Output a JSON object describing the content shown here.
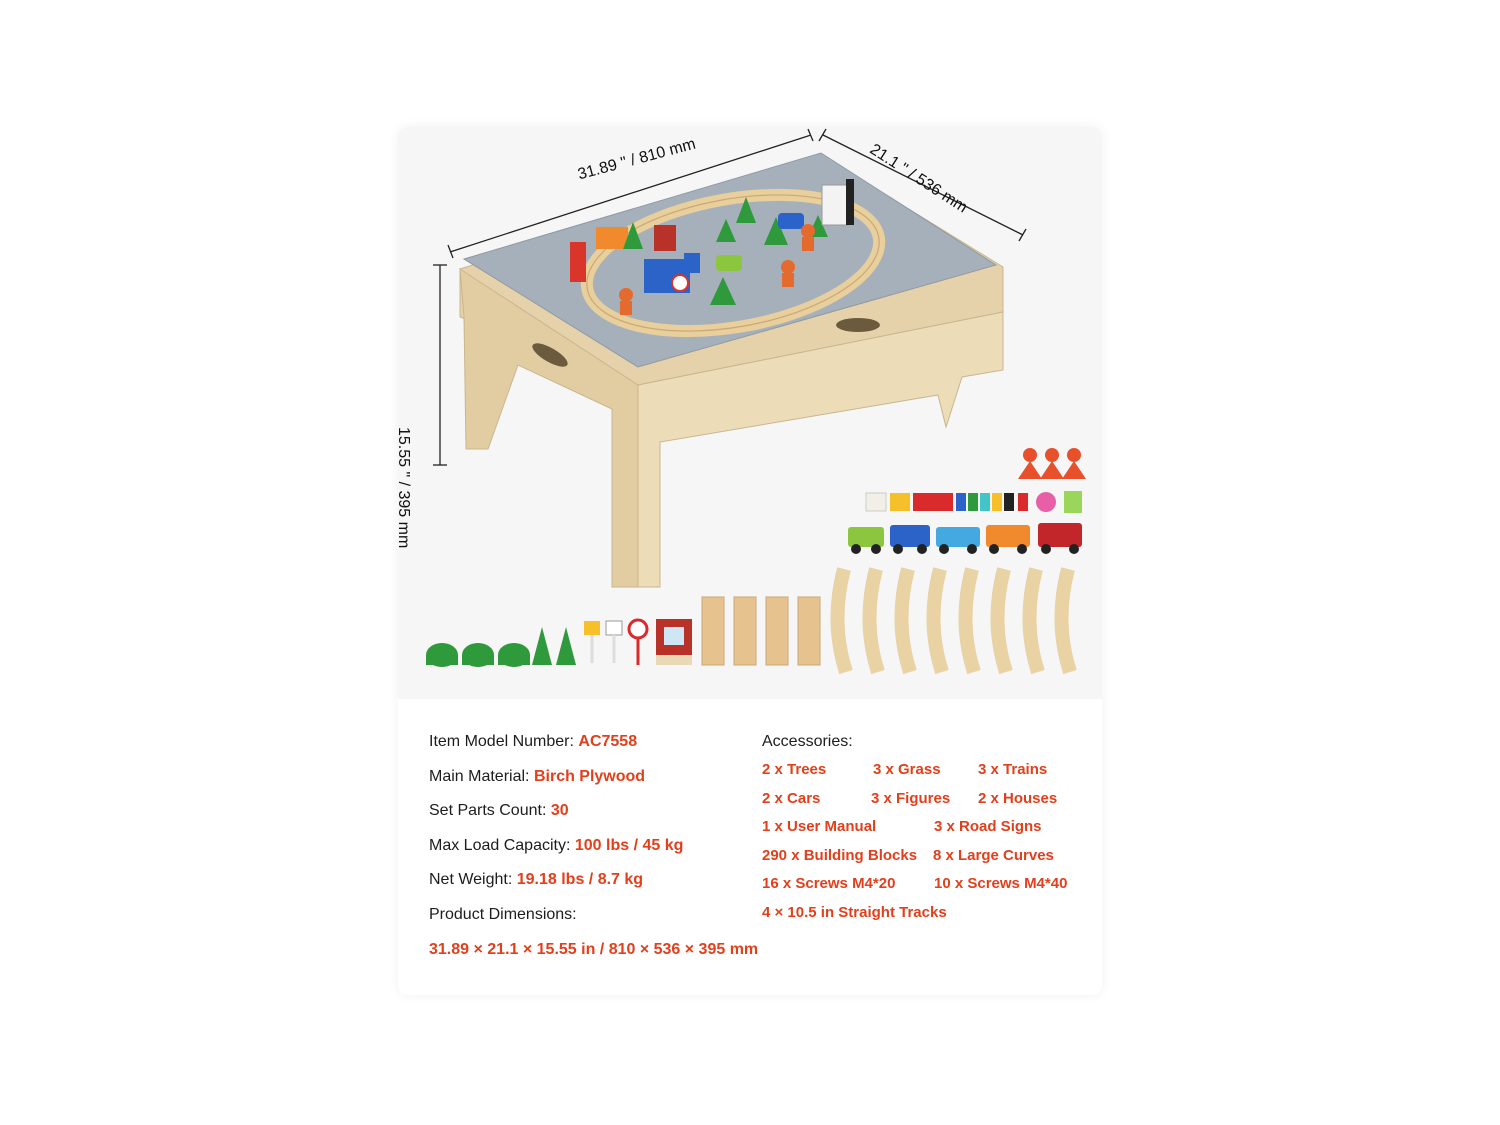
{
  "dimensions": {
    "width_label": "31.89 \" / 810 mm",
    "depth_label": "21.1 \" / 536 mm",
    "height_label": "15.55 \" / 395 mm"
  },
  "specs": [
    {
      "label": "Item Model Number:",
      "value": "AC7558"
    },
    {
      "label": "Main Material:",
      "value": "Birch Plywood"
    },
    {
      "label": "Set Parts Count:",
      "value": "30"
    },
    {
      "label": "Max Load Capacity:",
      "value": "100 lbs / 45 kg"
    },
    {
      "label": "Net Weight:",
      "value": "19.18 lbs / 8.7 kg"
    },
    {
      "label": "Product Dimensions:",
      "value": ""
    }
  ],
  "product_dimensions_value": "31.89 × 21.1 × 15.55 in / 810 × 536 × 395 mm",
  "accessories": {
    "title": "Accessories:",
    "items": [
      "2 x Trees",
      "3 x Grass",
      "3 x Trains",
      "2 x Cars",
      "3 x Figures",
      "2 x Houses",
      "1 x User Manual",
      "3 x Road Signs",
      "290 x Building Blocks",
      "8 x Large Curves",
      "16 x Screws M4*20",
      "10 x Screws M4*40",
      "4 × 10.5 in Straight Tracks"
    ]
  },
  "colors": {
    "accent": "#e2401c",
    "wood": "#e9d9b6",
    "baseplate": "#a9b3be"
  }
}
